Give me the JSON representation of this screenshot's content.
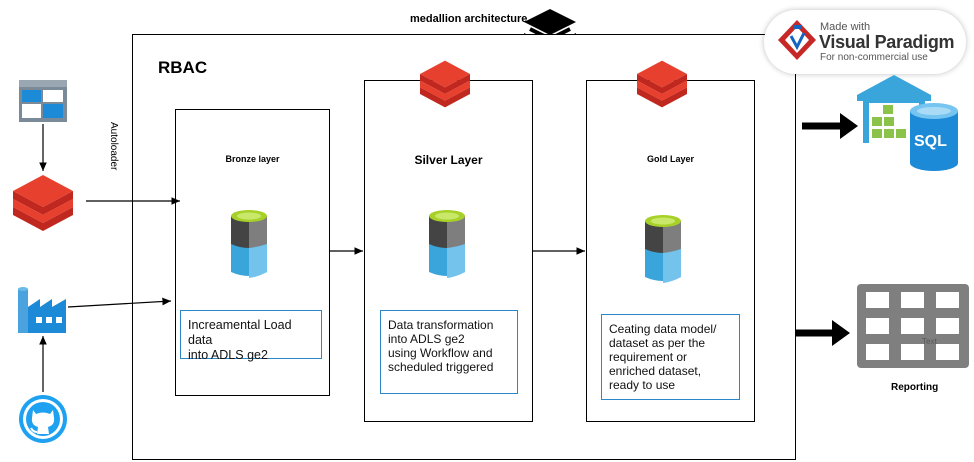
{
  "diagram": {
    "title": "medallion architecture",
    "rbac_label": "RBAC",
    "autoloader_label": "Autoloader",
    "layers": [
      {
        "title": "Bronze layer",
        "description_lines": [
          "Increamental Load data",
          "into ADLS ge2"
        ]
      },
      {
        "title": "Silver Layer",
        "description_lines": [
          "Data transformation",
          "into ADLS ge2",
          "using  Workflow and",
          "scheduled triggered"
        ]
      },
      {
        "title": "Gold Layer",
        "description_lines": [
          "Ceating data model/",
          " dataset as per the",
          "requirement or",
          "enriched dataset,",
          "ready to use"
        ]
      }
    ],
    "sql_label": "SQL",
    "reporting_label": "Reporting",
    "table_label": "Text"
  },
  "watermark": {
    "line1": "Made with",
    "line2": "Visual Paradigm",
    "line3": "For non-commercial use"
  },
  "icons": {
    "stack": "stack-layers-icon",
    "databricks": "databricks-icon",
    "storage": "storage-cylinder-icon",
    "dashboard": "dashboard-window-icon",
    "factory": "data-factory-icon",
    "github": "github-icon",
    "warehouse": "warehouse-icon",
    "sql": "sql-database-icon",
    "table": "table-grid-icon"
  },
  "colors": {
    "databricks_red": "#e8402e",
    "databricks_dark": "#c0281f",
    "storage_green": "#a7d129",
    "storage_blue": "#3aa5db",
    "storage_dark": "#3b3b3b",
    "azure_blue": "#1c8ad6",
    "note_border": "#2a87c8",
    "table_gray": "#7f7f7f"
  }
}
